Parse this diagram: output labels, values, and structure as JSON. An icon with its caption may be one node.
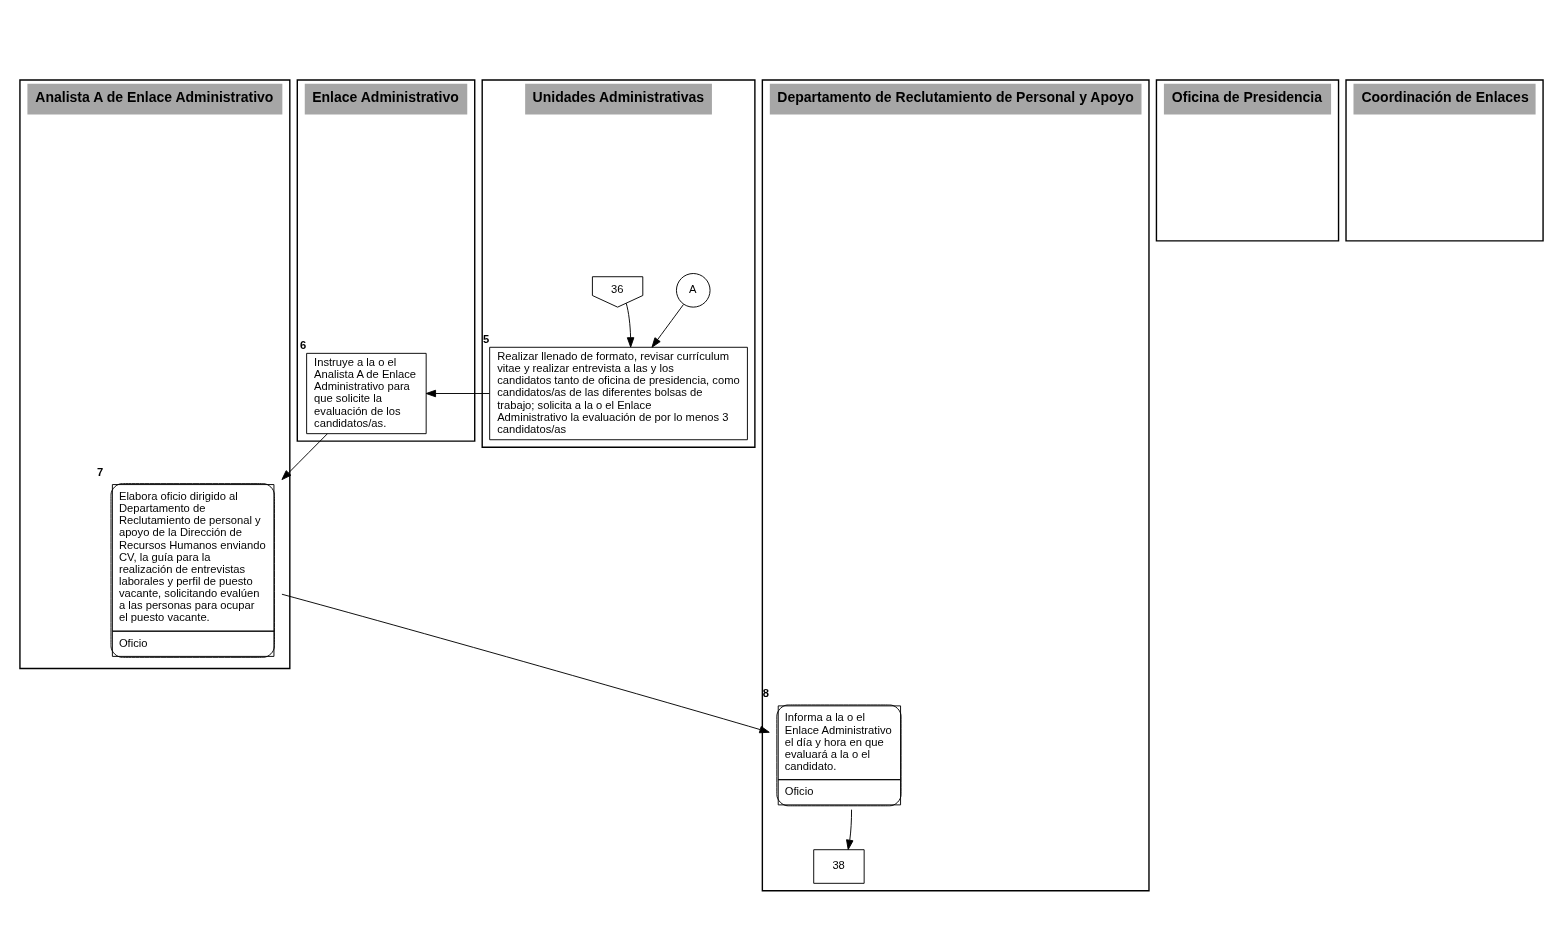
{
  "diagram": {
    "nodes": [
      {
        "text": [
          "Enlace Administrativo"
        ]
      },
      {
        "text": [
          "Analista A de Enlace Administrativo"
        ]
      },
      {
        "text": [
          "Oficina de Presidencia"
        ]
      },
      {
        "text": [
          "Unidades Administrativas"
        ]
      },
      {
        "text": [
          "Departamento de Reclutamiento de Personal y Apoyo"
        ]
      },
      {
        "text": [
          "Coordinación de Enlaces"
        ]
      },
      {
        "text": [
          "36"
        ],
        "in": 3
      },
      {
        "text": [
          "A"
        ],
        "in": 3
      },
      {
        "text": [
          "Realizar llenado de formato, revisar currículum vitae y realizar entrevista a las y los candidatos tanto de oficina de presidencia, como candidatos/as de las diferentes bolsas de trabajo; solicita a la o el Enlace Administrativo la evaluación de por lo menos 3 candidatos/as"
        ],
        "in": 3,
        "beside": [
          "5"
        ]
      },
      {
        "text": [
          "Instruye a la o el Analista A de Enlace Administrativo para que solicite la evaluación de los candidatos/as."
        ],
        "in": 0,
        "beside": [
          "6"
        ]
      },
      {
        "text": [
          "Elabora oficio dirigido al Departamento de Reclutamiento de personal y apoyo de la Dirección de Recursos Humanos enviando CV, la guía para la realización de entrevistas laborales y perfil de puesto vacante, solicitando evalúen a las personas para ocupar el puesto vacante.",
          "Oficio"
        ],
        "in": 1,
        "beside": [
          "7"
        ]
      },
      {
        "text": [
          "Informa a la o el Enlace Administrativo el día y hora en que evaluará a la o el candidato.",
          "Oficio"
        ],
        "in": 4,
        "beside": [
          "8"
        ]
      },
      {
        "text": [
          "38"
        ],
        "in": 4
      }
    ],
    "edges": [
      {
        "from": 6,
        "to": 8,
        "arrow": "to"
      },
      {
        "from": 7,
        "to": 8,
        "arrow": "to"
      },
      {
        "from": 8,
        "to": 9,
        "arrow": "to"
      },
      {
        "from": 9,
        "to": 10,
        "arrow": "to"
      },
      {
        "from": 10,
        "to": 11,
        "arrow": "to"
      },
      {
        "from": 11,
        "to": 12,
        "arrow": "to"
      }
    ]
  }
}
